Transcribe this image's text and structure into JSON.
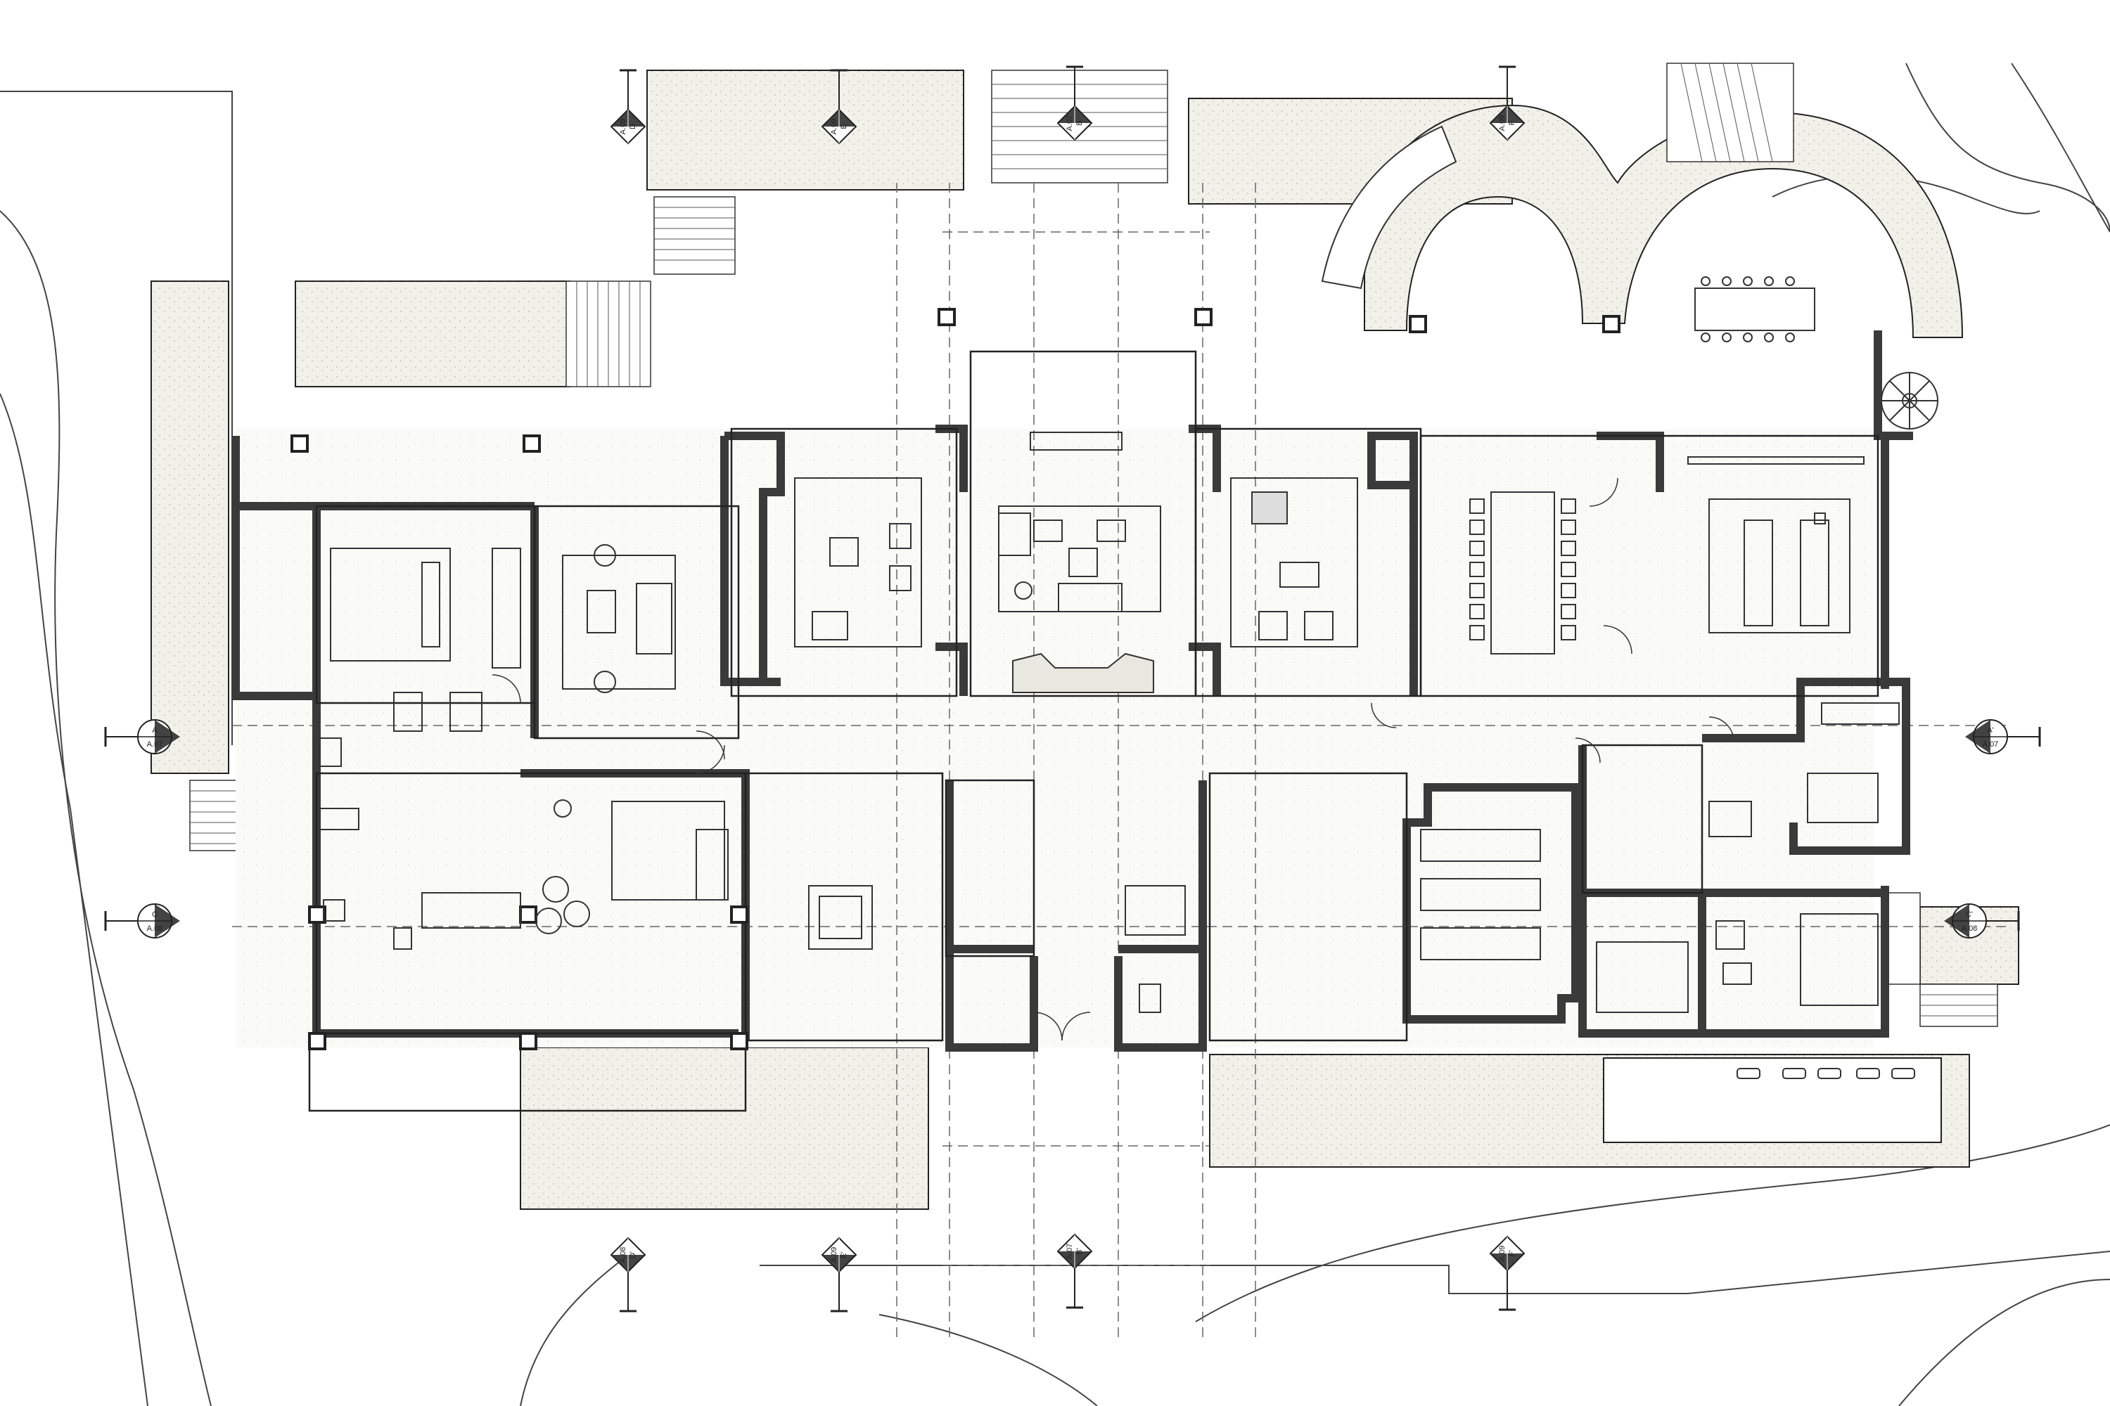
{
  "drawing": {
    "colors": {
      "line": "#222222",
      "wall": "#3a3a3a",
      "hatch": "#eeeee6",
      "dash": "#555555"
    },
    "section_markers": [
      {
        "id": "sec-a-left",
        "number": "A",
        "sheet": "A.07"
      },
      {
        "id": "sec-a-right",
        "number": "A'",
        "sheet": "A.07"
      },
      {
        "id": "sec-c-left",
        "number": "C",
        "sheet": "A.08"
      },
      {
        "id": "sec-c-right",
        "number": "C'",
        "sheet": "A.08"
      }
    ],
    "elevation_markers": [
      {
        "id": "elev-top-d",
        "number": "D",
        "sheet": "A.09"
      },
      {
        "id": "elev-top-e",
        "number": "E",
        "sheet": "A.09"
      },
      {
        "id": "elev-top-b",
        "number": "B",
        "sheet": "A.07"
      },
      {
        "id": "elev-top-f",
        "number": "F",
        "sheet": "A.09"
      },
      {
        "id": "elev-bot-d",
        "number": "D'",
        "sheet": "A.08"
      },
      {
        "id": "elev-bot-e",
        "number": "E'",
        "sheet": "A.09"
      },
      {
        "id": "elev-bot-b",
        "number": "B'",
        "sheet": "A.07"
      },
      {
        "id": "elev-bot-f",
        "number": "F'",
        "sheet": "A.09"
      }
    ]
  }
}
